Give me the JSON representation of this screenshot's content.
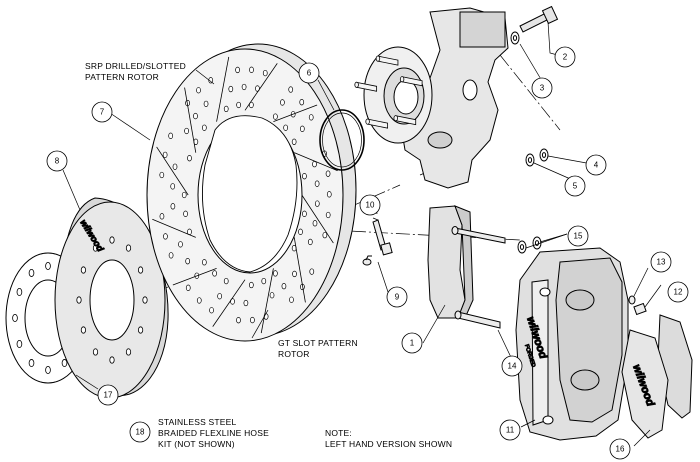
{
  "callouts": [
    {
      "id": "1",
      "num": "1"
    },
    {
      "id": "2",
      "num": "2"
    },
    {
      "id": "3",
      "num": "3"
    },
    {
      "id": "4",
      "num": "4"
    },
    {
      "id": "5",
      "num": "5"
    },
    {
      "id": "6",
      "num": "6"
    },
    {
      "id": "7",
      "num": "7"
    },
    {
      "id": "8",
      "num": "8"
    },
    {
      "id": "9",
      "num": "9"
    },
    {
      "id": "10",
      "num": "10"
    },
    {
      "id": "11",
      "num": "11"
    },
    {
      "id": "12",
      "num": "12"
    },
    {
      "id": "13",
      "num": "13"
    },
    {
      "id": "14",
      "num": "14"
    },
    {
      "id": "15",
      "num": "15"
    },
    {
      "id": "16",
      "num": "16"
    },
    {
      "id": "17",
      "num": "17"
    },
    {
      "id": "18",
      "num": "18"
    }
  ],
  "labels": {
    "rotor_line1": "SRP DRILLED/SLOTTED",
    "rotor_line2": "PATTERN ROTOR",
    "gt_line1": "GT SLOT PATTERN",
    "gt_line2": "ROTOR",
    "hose_line1": "STAINLESS STEEL",
    "hose_line2": "BRAIDED FLEXLINE HOSE",
    "hose_line3": "KIT (NOT SHOWN)",
    "note_line1": "NOTE:",
    "note_line2": "LEFT HAND VERSION SHOWN"
  },
  "brand": {
    "hat": "wilwood",
    "caliper": "wilwood",
    "caliper_sub": "FORGED",
    "pad": "wilwood"
  }
}
